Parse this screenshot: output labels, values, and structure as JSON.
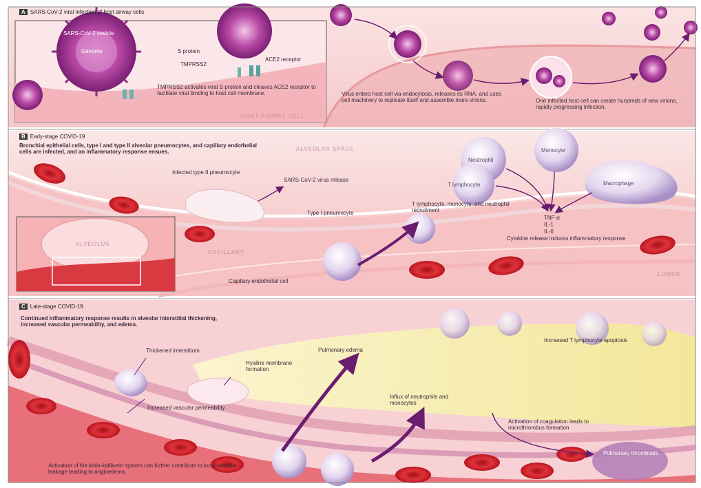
{
  "panels": {
    "a": {
      "letter": "A",
      "title": "SARS-CoV-2 viral infection of host airway cells",
      "labels": {
        "rna": "SARS-CoV-2 vesicle",
        "nucleus": "Genome",
        "spike": "S protein",
        "tmprss2": "TMPRSS2",
        "ace2": "ACE2 receptor",
        "tmprss2_note": "TMPRSS2 activates viral S protein and cleaves ACE2 receptor to facilitate viral binding to host cell membrane.",
        "host_cell": "HOST AIRWAY CELL",
        "entry_note": "Virus enters host cell via endocytosis, releases its RNA, and uses cell machinery to replicate itself and assemble more virions.",
        "release_note": "One infected host cell can create hundreds of new virions, rapidly progressing infection."
      }
    },
    "b": {
      "letter": "B",
      "title": "Early-stage COVID-19",
      "labels": {
        "intro": "Bronchial epithelial cells, type I and type II alveolar pneumocytes, and capillary endothelial cells are infected, and an inflammatory response ensues.",
        "alveolar_space": "ALVEOLAR SPACE",
        "infected_type2": "Infected type II pneumocyte",
        "virus_release": "SARS-CoV-2 virus release",
        "type1": "Type I pneumocyte",
        "neutrophil": "Neutrophil",
        "monocyte": "Monocyte",
        "lymphocyte": "T lymphocyte",
        "macrophage": "Macrophage",
        "recruit": "T lymphocyte, monocyte, and neutrophil recruitment",
        "tnf": "TNF-α",
        "il1": "IL-1",
        "il6": "IL-6",
        "cytokine": "Cytokine release induces inflammatory response",
        "endothelial": "Capillary endothelial cell",
        "inset_alveolus": "ALVEOLUS",
        "capillary": "CAPILLARY",
        "lumen": "LUMEN"
      }
    },
    "c": {
      "letter": "C",
      "title": "Late-stage COVID-19",
      "labels": {
        "intro": "Continued inflammatory response results in alveolar interstitial thickening, increased vascular permeability, and edema.",
        "thickened": "Thickened interstitium",
        "hyaline": "Hyaline membrane formation",
        "edema": "Pulmonary edema",
        "permeability": "Increased vascular permeability",
        "influx": "Influx of neutrophils and monocytes",
        "apoptosis": "Increased T lymphocyte apoptosis",
        "coag": "Activation of coagulation leads to microthrombus formation",
        "thrombus": "Pulmonary thrombosis",
        "kinin": "Activation of the kinin-kallikrein system can further contribute to local vascular leakage leading to angioedema."
      }
    }
  },
  "colors": {
    "accent_arrow": "#6a1d6e",
    "virus": "#a0358f",
    "rbc": "#d8232e",
    "tissue": "#f3c3c4",
    "edema": "#f6eeb0"
  }
}
